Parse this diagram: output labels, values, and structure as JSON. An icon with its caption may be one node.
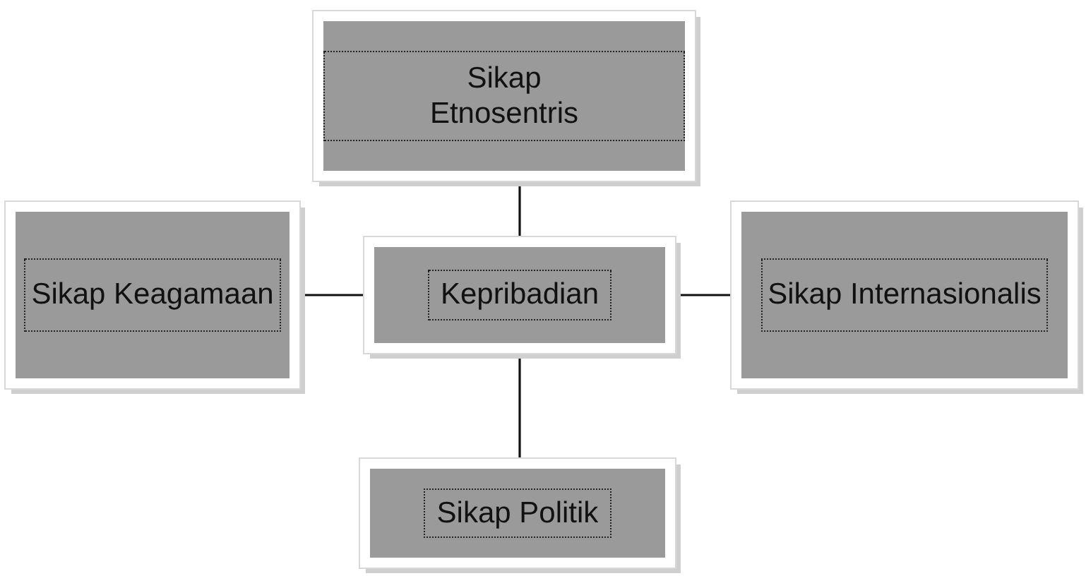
{
  "diagram": {
    "nodes": [
      {
        "text": [
          "Sikap Etnosentris"
        ]
      },
      {
        "text": [
          "Kepribadian"
        ]
      },
      {
        "text": [
          "Sikap Keagamaan"
        ]
      },
      {
        "text": [
          "Sikap Internasionalis"
        ]
      },
      {
        "text": [
          "Sikap Politik"
        ]
      }
    ],
    "edges": [
      {
        "from": 0,
        "to": 1,
        "arrow": "none"
      },
      {
        "from": 2,
        "to": 1,
        "arrow": "none"
      },
      {
        "from": 1,
        "to": 3,
        "arrow": "none"
      },
      {
        "from": 1,
        "to": 4,
        "arrow": "none"
      }
    ]
  }
}
